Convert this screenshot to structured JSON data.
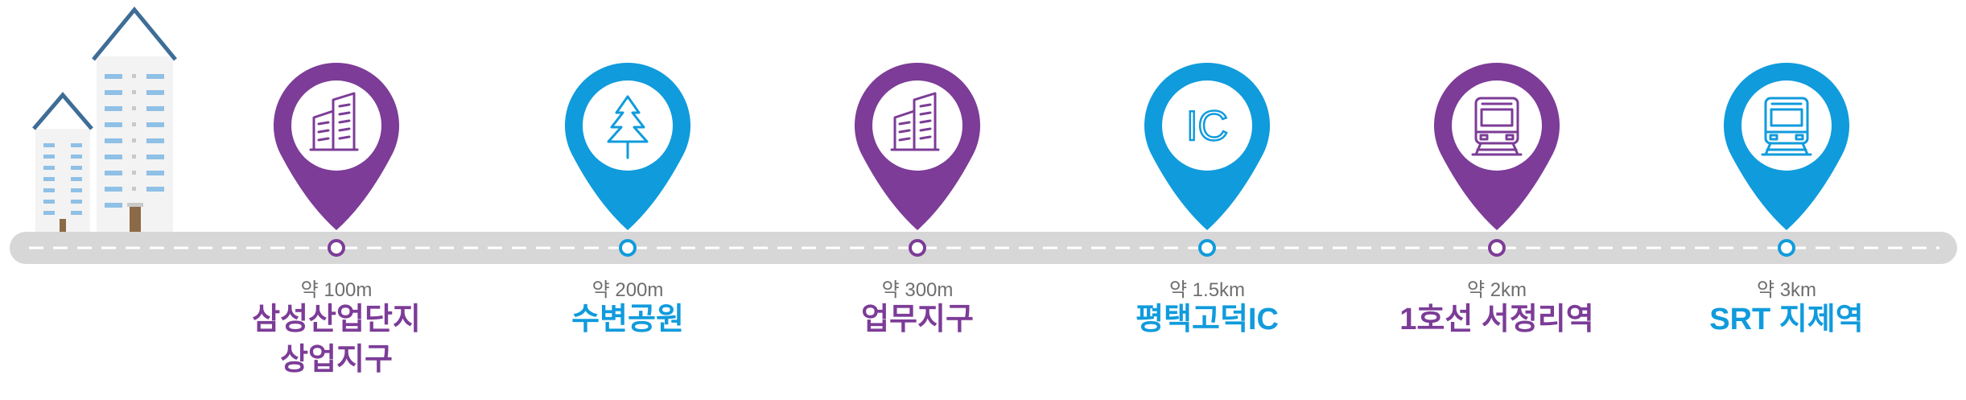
{
  "colors": {
    "purple": "#7c3c97",
    "blue": "#109bdc",
    "road": "#d7d7d7",
    "road_dash": "#ffffff",
    "building_window": "#8fc0e6",
    "building_door": "#8b6a45",
    "building_roof": "#3e6d96"
  },
  "markers": [
    {
      "distance": "약 100m",
      "name_lines": [
        "삼성산업단지",
        "상업지구"
      ],
      "color": "purple",
      "icon": "office-building-icon"
    },
    {
      "distance": "약 200m",
      "name_lines": [
        "수변공원"
      ],
      "color": "blue",
      "icon": "tree-icon"
    },
    {
      "distance": "약 300m",
      "name_lines": [
        "업무지구"
      ],
      "color": "purple",
      "icon": "office-building-icon"
    },
    {
      "distance": "약 1.5km",
      "name_lines": [
        "평택고덕IC"
      ],
      "color": "blue",
      "icon": "ic-icon",
      "icon_text": "IC"
    },
    {
      "distance": "약 2km",
      "name_lines": [
        "1호선 서정리역"
      ],
      "color": "purple",
      "icon": "train-icon"
    },
    {
      "distance": "약 3km",
      "name_lines": [
        "SRT 지제역"
      ],
      "color": "blue",
      "icon": "train-icon"
    }
  ]
}
